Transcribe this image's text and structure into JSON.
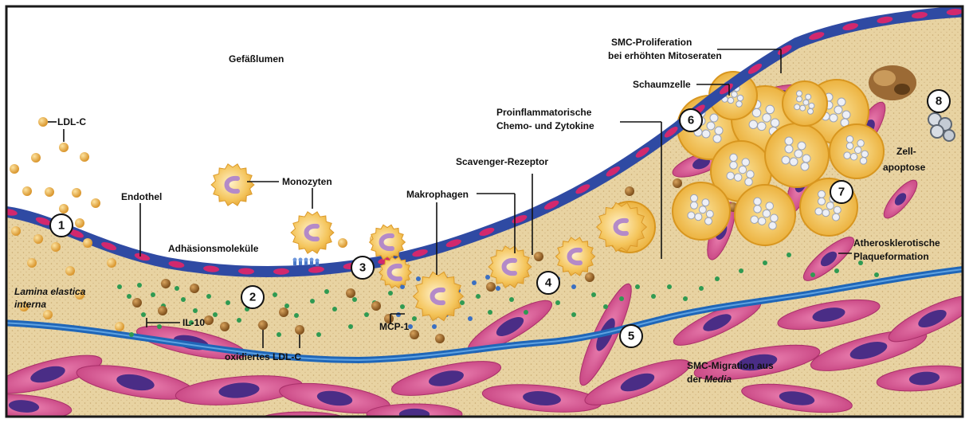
{
  "labels": {
    "lumen": "Gefäßlumen",
    "ldl": "LDL-C",
    "endothel": "Endothel",
    "monozyten": "Monozyten",
    "adhaesion": "Adhäsionsmoleküle",
    "lamina_1": "Lamina elastica",
    "lamina_2": "interna",
    "il10": "IL-10",
    "oxldl": "oxidiertes LDL-C",
    "mcp1": "MCP-1",
    "makrophagen": "Makrophagen",
    "scavenger": "Scavenger-Rezeptor",
    "proinfl_1": "Proinflammatorische",
    "proinfl_2": "Chemo- und Zytokine",
    "schaumzelle": "Schaumzelle",
    "smc_prolif_1": "SMC-Proliferation",
    "smc_prolif_2": "bei erhöhten Mitoseraten",
    "zell_1": "Zell-",
    "zell_2": "apoptose",
    "athero_1": "Atherosklerotische",
    "athero_2": "Plaqueformation",
    "smc_migr_1": "SMC-Migration aus",
    "smc_migr_2a": "der ",
    "smc_migr_2b": "Media"
  },
  "step_numbers": [
    "1",
    "2",
    "3",
    "4",
    "5",
    "6",
    "7",
    "8"
  ],
  "colors": {
    "border": "#1a1a1a",
    "lumen": "#ffffff",
    "intima": "#e8d3a2",
    "endothelium": "#2f4aa3",
    "endothelium_nucleus": "#d2286d",
    "lamina": "#1f66b8",
    "smc": "#d9508f",
    "smc_nucleus": "#4a2d86",
    "ldl": "#e0a640",
    "oxldl": "#a9702b",
    "chemokine_green": "#2f9a52",
    "chemokine_blue": "#3a6fc2",
    "monocyte": "#f2b540",
    "foam_cell": "#f1c75a"
  }
}
